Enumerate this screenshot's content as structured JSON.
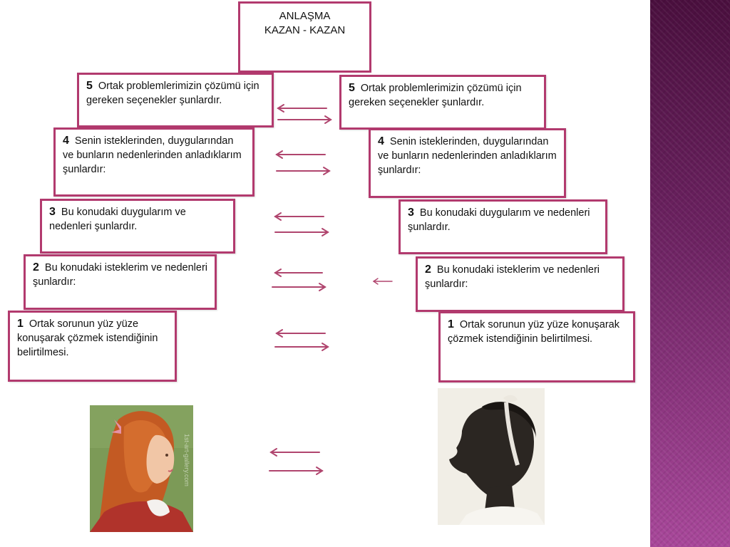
{
  "title": {
    "line1": "ANLAŞMA",
    "line2": "KAZAN - KAZAN"
  },
  "left_steps": [
    {
      "num": "5",
      "text": "Ortak problemlerimizin çözümü için gereken seçenekler şunlardır."
    },
    {
      "num": "4",
      "text": "Senin isteklerinden, duygularından ve bunların nedenlerinden anladıklarım şunlardır:"
    },
    {
      "num": "3",
      "text": "Bu konudaki duygularım ve nedenleri şunlardır."
    },
    {
      "num": "2",
      "text": "Bu konudaki isteklerim ve nedenleri şunlardır:"
    },
    {
      "num": "1",
      "text": "Ortak sorunun yüz yüze konuşarak çözmek istendiğinin belirtilmesi."
    }
  ],
  "right_steps": [
    {
      "num": "5",
      "text": "Ortak problemlerimizin çözümü için gereken seçenekler şunlardır."
    },
    {
      "num": "4",
      "text": "Senin isteklerinden, duygularından ve bunların nedenlerinden anladıklarım şunlardır:"
    },
    {
      "num": "3",
      "text": "Bu konudaki duygularım ve nedenleri şunlardır."
    },
    {
      "num": "2",
      "text": "Bu konudaki isteklerim ve nedenleri şunlardır:"
    },
    {
      "num": "1",
      "text": "Ortak sorunun yüz yüze konuşarak çözmek istendiğinin belirtilmesi."
    }
  ],
  "watermark": "1st-art-gallery.com",
  "colors": {
    "border": "#b23a6e",
    "arrow": "#b0456e",
    "sidebar": "#6e2363"
  }
}
